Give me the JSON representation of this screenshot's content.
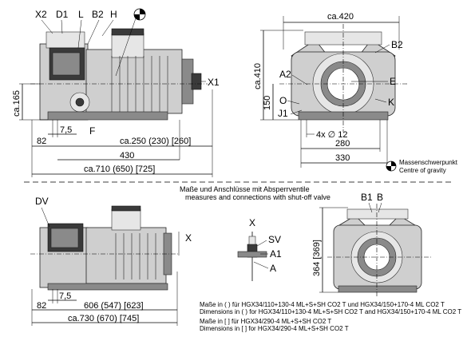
{
  "top_side_view": {
    "labels": [
      "X2",
      "D1",
      "L",
      "B2",
      "H",
      "X1",
      "F"
    ],
    "dims": {
      "height": "ca.165",
      "offset_a": "7,5",
      "offset_b": "82",
      "length_a": "430",
      "length_b": "ca.250 (230) [260]",
      "length_total": "ca.710 (650) [725]"
    }
  },
  "top_end_view": {
    "labels": [
      "B2",
      "A2",
      "E",
      "O",
      "K",
      "J1"
    ],
    "dims": {
      "width": "ca.420",
      "height": "ca.410",
      "h150": "150",
      "holes": "4x ∅ 12",
      "w280": "280",
      "w330": "330"
    }
  },
  "legend": {
    "cog_de": "Massenschwerpunkt",
    "cog_en": "Centre of gravity"
  },
  "section_title": {
    "de": "Maße und Anschlüsse mit Absperrventile",
    "en": "measures and connections with shut-off valve"
  },
  "bottom_side_view": {
    "labels": [
      "DV",
      "X"
    ],
    "dims": {
      "offset_a": "7,5",
      "offset_b": "82",
      "length_a": "606 (547) [623]",
      "length_total": "ca.730 (670) [745]"
    }
  },
  "valve_detail": {
    "labels": [
      "X",
      "SV",
      "A1",
      "A"
    ]
  },
  "bottom_end_view": {
    "labels": [
      "B1",
      "B"
    ],
    "dims": {
      "height": "364 [369]"
    }
  },
  "notes": [
    "Maße in ( ) für HGX34/110+130-4 ML+S+SH CO2 T und HGX34/150+170-4 ML CO2 T",
    "Dimensions in ( ) for HGX34/110+130-4 ML+S+SH CO2 T and HGX34/150+170-4 ML CO2 T",
    "Maße in [ ] für HGX34/290-4 ML+S+SH CO2 T",
    "Dimensions in [ ] for HGX34/290-4 ML+S+SH CO2 T"
  ]
}
